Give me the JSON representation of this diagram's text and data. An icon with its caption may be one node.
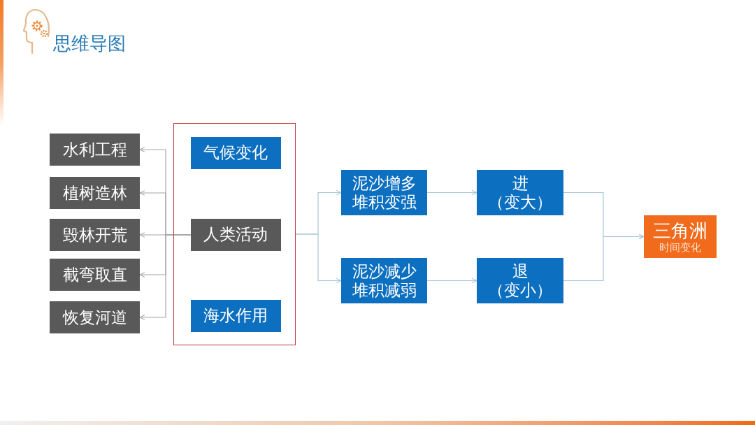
{
  "diagram": {
    "title": "思维导图",
    "nodes": [
      {
        "text": [
          "水利工程"
        ]
      },
      {
        "text": [
          "植树造林"
        ]
      },
      {
        "text": [
          "毁林开荒"
        ]
      },
      {
        "text": [
          "截弯取直"
        ]
      },
      {
        "text": [
          "恢复河道"
        ]
      },
      {
        "text": [],
        "shape": "box"
      },
      {
        "text": [
          "气候变化"
        ],
        "in": 5
      },
      {
        "text": [
          "人类活动"
        ],
        "in": 5
      },
      {
        "text": [
          "海水作用"
        ],
        "in": 5
      },
      {
        "text": [
          "泥沙增多堆积变强"
        ]
      },
      {
        "text": [
          "泥沙减少堆积减弱"
        ]
      },
      {
        "text": [
          "进",
          "（变大）"
        ]
      },
      {
        "text": [
          "退",
          "（变小）"
        ]
      },
      {
        "text": [
          "三角洲",
          "时间变化"
        ]
      }
    ],
    "edges": [
      {
        "from": 7,
        "to": 0,
        "arrow": "to",
        "color": "#a6a6a6"
      },
      {
        "from": 7,
        "to": 1,
        "arrow": "to",
        "color": "#a6a6a6"
      },
      {
        "from": 7,
        "to": 2,
        "arrow": "to",
        "color": "#a6a6a6"
      },
      {
        "from": 7,
        "to": 3,
        "arrow": "to",
        "color": "#a6a6a6"
      },
      {
        "from": 7,
        "to": 4,
        "arrow": "to",
        "color": "#a6a6a6"
      },
      {
        "from": 5,
        "to": 9,
        "arrow": "to"
      },
      {
        "from": 5,
        "to": 10,
        "arrow": "to"
      },
      {
        "from": 9,
        "to": 11,
        "arrow": "to"
      },
      {
        "from": 10,
        "to": 12,
        "arrow": "to"
      },
      {
        "from": 11,
        "to": 13,
        "arrow": "to"
      },
      {
        "from": 12,
        "to": 13,
        "arrow": "to"
      }
    ]
  }
}
